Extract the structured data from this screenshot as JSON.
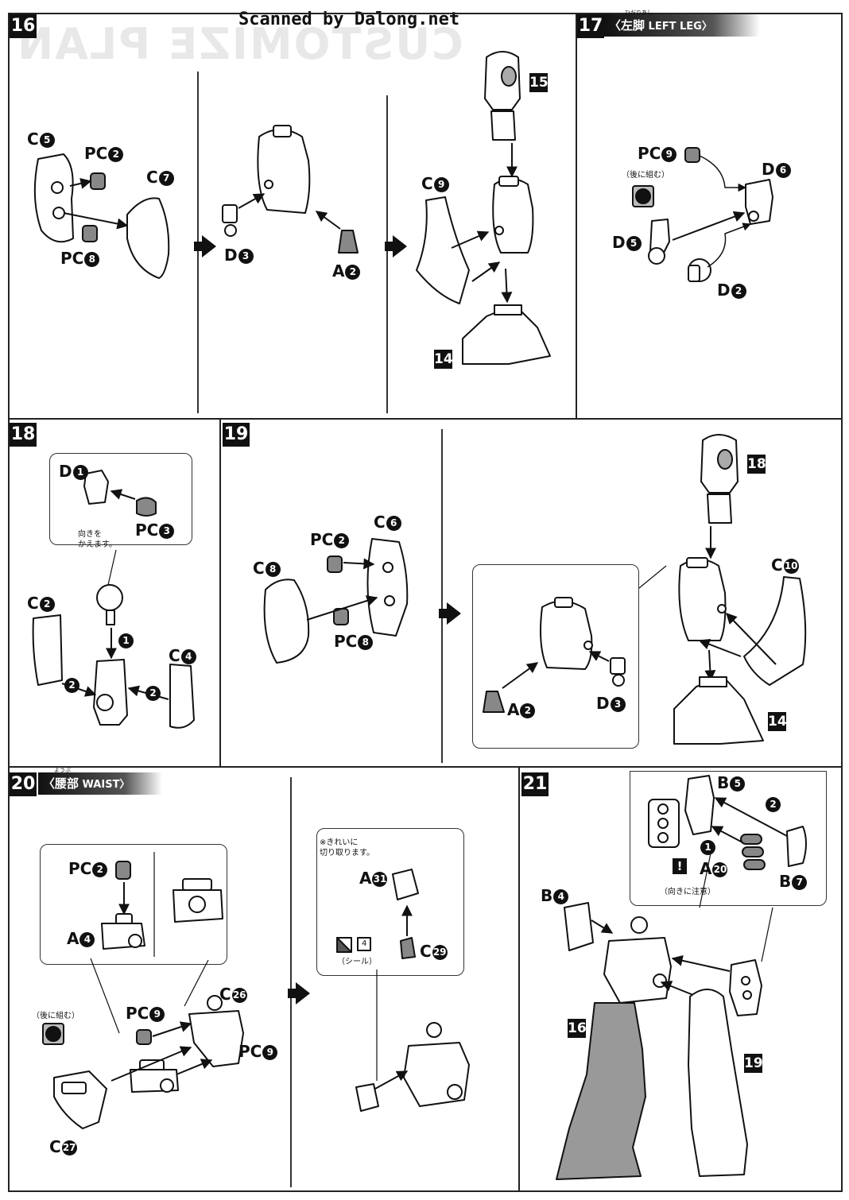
{
  "watermark": "Scanned by Dalong.net",
  "steps": {
    "s16": {
      "num": "16"
    },
    "s17": {
      "num": "17",
      "kanji": "〈左脚",
      "furigana": "ひだりあし",
      "title": "LEFT LEG〉"
    },
    "s18": {
      "num": "18"
    },
    "s19": {
      "num": "19"
    },
    "s20": {
      "num": "20",
      "kanji": "〈腰部",
      "furigana": "ようぶ",
      "title": "WAIST〉"
    },
    "s21": {
      "num": "21"
    }
  },
  "parts": {
    "s16": [
      {
        "letter": "C",
        "n": "5"
      },
      {
        "letter": "PC",
        "n": "2"
      },
      {
        "letter": "C",
        "n": "7"
      },
      {
        "letter": "PC",
        "n": "8"
      },
      {
        "letter": "D",
        "n": "3"
      },
      {
        "letter": "A",
        "n": "2"
      },
      {
        "letter": "C",
        "n": "9"
      }
    ],
    "s17": [
      {
        "letter": "PC",
        "n": "9"
      },
      {
        "letter": "D",
        "n": "6"
      },
      {
        "letter": "D",
        "n": "5"
      },
      {
        "letter": "D",
        "n": "2"
      }
    ],
    "s18": [
      {
        "letter": "D",
        "n": "1"
      },
      {
        "letter": "PC",
        "n": "3"
      },
      {
        "letter": "C",
        "n": "2"
      },
      {
        "letter": "C",
        "n": "4"
      }
    ],
    "s19": [
      {
        "letter": "PC",
        "n": "2"
      },
      {
        "letter": "C",
        "n": "6"
      },
      {
        "letter": "C",
        "n": "8"
      },
      {
        "letter": "PC",
        "n": "8"
      },
      {
        "letter": "C",
        "n": "10"
      },
      {
        "letter": "A",
        "n": "2"
      },
      {
        "letter": "D",
        "n": "3"
      }
    ],
    "s20": [
      {
        "letter": "PC",
        "n": "2"
      },
      {
        "letter": "A",
        "n": "4"
      },
      {
        "letter": "PC",
        "n": "9"
      },
      {
        "letter": "C",
        "n": "26"
      },
      {
        "letter": "PC",
        "n": "9"
      },
      {
        "letter": "C",
        "n": "27"
      },
      {
        "letter": "A",
        "n": "31"
      },
      {
        "letter": "C",
        "n": "29"
      }
    ],
    "s21": [
      {
        "letter": "B",
        "n": "5"
      },
      {
        "letter": "A",
        "n": "20"
      },
      {
        "letter": "B",
        "n": "7"
      },
      {
        "letter": "B",
        "n": "4"
      }
    ]
  },
  "refs": {
    "r15": "15",
    "r14a": "14",
    "r18": "18",
    "r14b": "14",
    "r16": "16",
    "r19": "19"
  },
  "order": {
    "o1": "1",
    "o2": "2"
  },
  "notes": {
    "later_assemble": "（後に組む）",
    "later_furigana": "あと　くみ",
    "turn_around_1": "向きを",
    "turn_around_2": "かえます。",
    "cut_clean_1": "※きれいに",
    "cut_clean_2": "切り取ります。",
    "sticker": "（シール）",
    "sticker_no": "4",
    "mind_direction": "（向きに注意）",
    "warn": "!"
  }
}
